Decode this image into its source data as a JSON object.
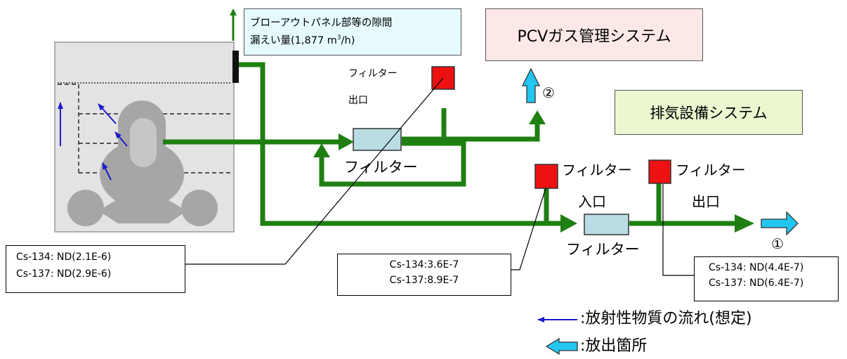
{
  "leak_box": {
    "line1": "ブローアウトパネル部等の隙間",
    "line2_prefix": "漏えい量(1,877 m",
    "line2_sup": "3",
    "line2_suffix": "/h)"
  },
  "systems": {
    "pcv": "PCVガス管理システム",
    "exhaust": "排気設備システム"
  },
  "labels": {
    "filter_small": "フィルター",
    "outlet_small": "出口",
    "filter_mid": "フィルター",
    "filter_right_a": "フィルター",
    "filter_right_b": "フィルター",
    "inlet": "入口",
    "outlet": "出口",
    "filter_bottom": "フィルター",
    "release_point_1": "①",
    "release_point_2": "②"
  },
  "measurements": {
    "outlet_pcv": [
      "Cs-134:  ND(2.1E-6)",
      "Cs-137:  ND(2.9E-6)"
    ],
    "inlet_exhaust": [
      "Cs-134:3.6E-7",
      "Cs-137:8.9E-7"
    ],
    "outlet_exhaust": [
      "Cs-134:  ND(4.4E-7)",
      "Cs-137:  ND(6.4E-7)"
    ]
  },
  "legend": {
    "flow": ":放射性物質の流れ(想定)",
    "release": ":放出箇所"
  },
  "colors": {
    "pipe": "#1f7f12",
    "arrow_blue": "#1a1ad0",
    "release_arrow": "#22c6f0",
    "monitor_red": "#ee1111",
    "filter_body": "#b9dde3",
    "building": "#e3e3e3",
    "reactor": "#a6a6a6",
    "leak_box_bg": "#e6fafe",
    "pcv_box_bg": "#fde8e8",
    "exhaust_box_bg": "#eaf7d0"
  }
}
